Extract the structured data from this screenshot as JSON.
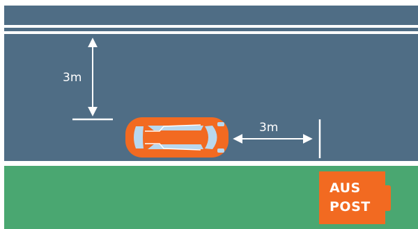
{
  "diagram": {
    "vertical_distance_label": "3m",
    "horizontal_distance_label": "3m"
  },
  "logo": {
    "line1": "AUS",
    "line2": "POST"
  },
  "colors": {
    "road": "#4f6d85",
    "road_markings": "#ffffff",
    "verge": "#4aa771",
    "car_body": "#f26a21",
    "car_glass": "#b9d8ee",
    "logo_bg": "#f26a21"
  }
}
